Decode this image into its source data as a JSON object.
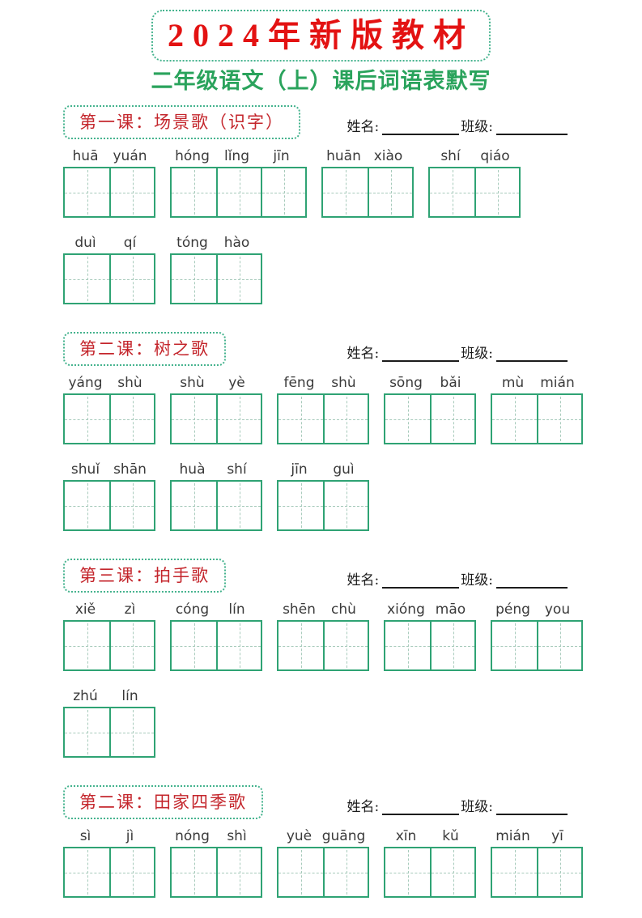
{
  "page": {
    "title": "2024年新版教材",
    "subtitle": "二年级语文（上）课后词语表默写"
  },
  "labels": {
    "name": "姓名:",
    "class": "班级:"
  },
  "colors": {
    "title_red": "#e31212",
    "section_red": "#c4262c",
    "dotted_border_green": "#45b38e",
    "subtitle_green": "#2aa35c",
    "grid_green": "#2fa374",
    "dashed_line": "#a8cbbc"
  },
  "sections": [
    {
      "title": "第一课：场景歌（识字）",
      "rows": [
        [
          [
            "huā",
            "yuán"
          ],
          [
            "hóng",
            "lǐng",
            "jīn"
          ],
          [
            "huān",
            "xiào"
          ],
          [
            "shí",
            "qiáo"
          ]
        ],
        [
          [
            "duì",
            "qí"
          ],
          [
            "tóng",
            "hào"
          ]
        ]
      ]
    },
    {
      "title": "第二课：树之歌",
      "rows": [
        [
          [
            "yáng",
            "shù"
          ],
          [
            "shù",
            "yè"
          ],
          [
            "fēng",
            "shù"
          ],
          [
            "sōng",
            "bǎi"
          ],
          [
            "mù",
            "mián"
          ]
        ],
        [
          [
            "shuǐ",
            "shān"
          ],
          [
            "huà",
            "shí"
          ],
          [
            "jīn",
            "guì"
          ]
        ]
      ]
    },
    {
      "title": "第三课：拍手歌",
      "rows": [
        [
          [
            "xiě",
            "zì"
          ],
          [
            "cóng",
            "lín"
          ],
          [
            "shēn",
            "chù"
          ],
          [
            "xióng",
            "māo"
          ],
          [
            "péng",
            "you"
          ]
        ],
        [
          [
            "zhú",
            "lín"
          ]
        ]
      ]
    },
    {
      "title": "第二课：田家四季歌",
      "rows": [
        [
          [
            "sì",
            "jì"
          ],
          [
            "nóng",
            "shì"
          ],
          [
            "yuè",
            "guāng"
          ],
          [
            "xīn",
            "kǔ"
          ],
          [
            "mián",
            "yī"
          ]
        ]
      ]
    }
  ]
}
